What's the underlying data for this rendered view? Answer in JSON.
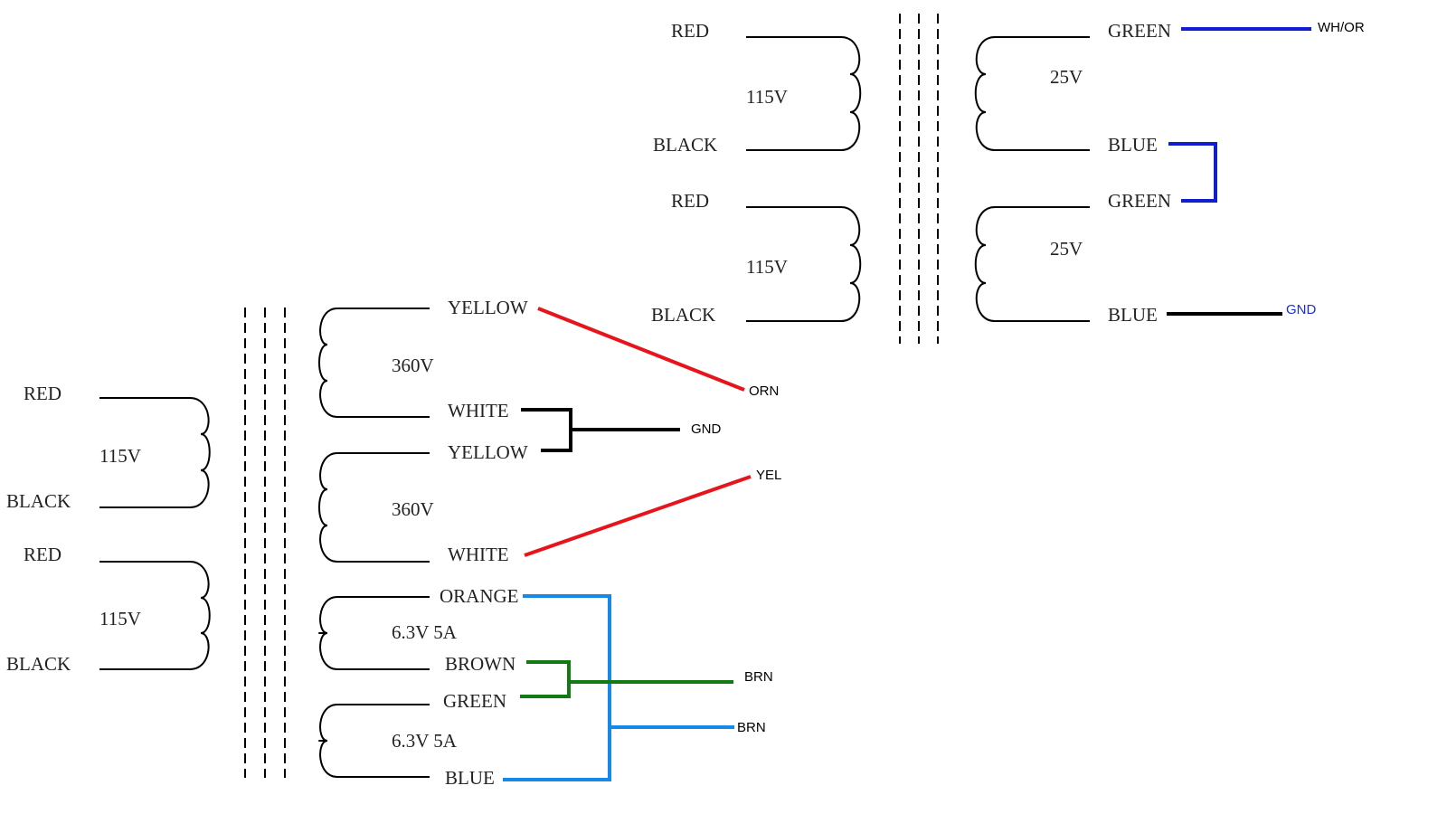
{
  "labels": {
    "t2_red_1": "RED",
    "t2_v_1": "115V",
    "t2_black_1": "BLACK",
    "t2_red_2": "RED",
    "t2_v_2": "115V",
    "t2_black_2": "BLACK",
    "t2_green_1": "GREEN",
    "t2_v_3": "25V",
    "t2_blue_1": "BLUE",
    "t2_green_2": "GREEN",
    "t2_v_4": "25V",
    "t2_blue_2": "BLUE",
    "t1_red_1": "RED",
    "t1_v_1": "115V",
    "t1_black_1": "BLACK",
    "t1_red_2": "RED",
    "t1_v_2": "115V",
    "t1_black_2": "BLACK",
    "t1_yellow_1": "YELLOW",
    "t1_v_3": "360V",
    "t1_white_1": "WHITE",
    "t1_yellow_2": "YELLOW",
    "t1_v_4": "360V",
    "t1_white_2": "WHITE",
    "t1_orange": "ORANGE",
    "t1_v_5": "6.3V 5A",
    "t1_brown": "BROWN",
    "t1_green": "GREEN",
    "t1_v_6": "6.3V 5A",
    "t1_blue": "BLUE"
  },
  "connections": {
    "whor": "WH/OR",
    "gnd_top": "GND",
    "orn": "ORN",
    "gnd_mid": "GND",
    "yel": "YEL",
    "brn_1": "BRN",
    "brn_2": "BRN"
  },
  "colors": {
    "red_wire": "#e8141c",
    "blue_wire": "#0f1fd0",
    "lightblue_wire": "#1688e8",
    "green_wire": "#127a12",
    "black_wire": "#000000",
    "gnd_label": "#1a2fd6"
  }
}
